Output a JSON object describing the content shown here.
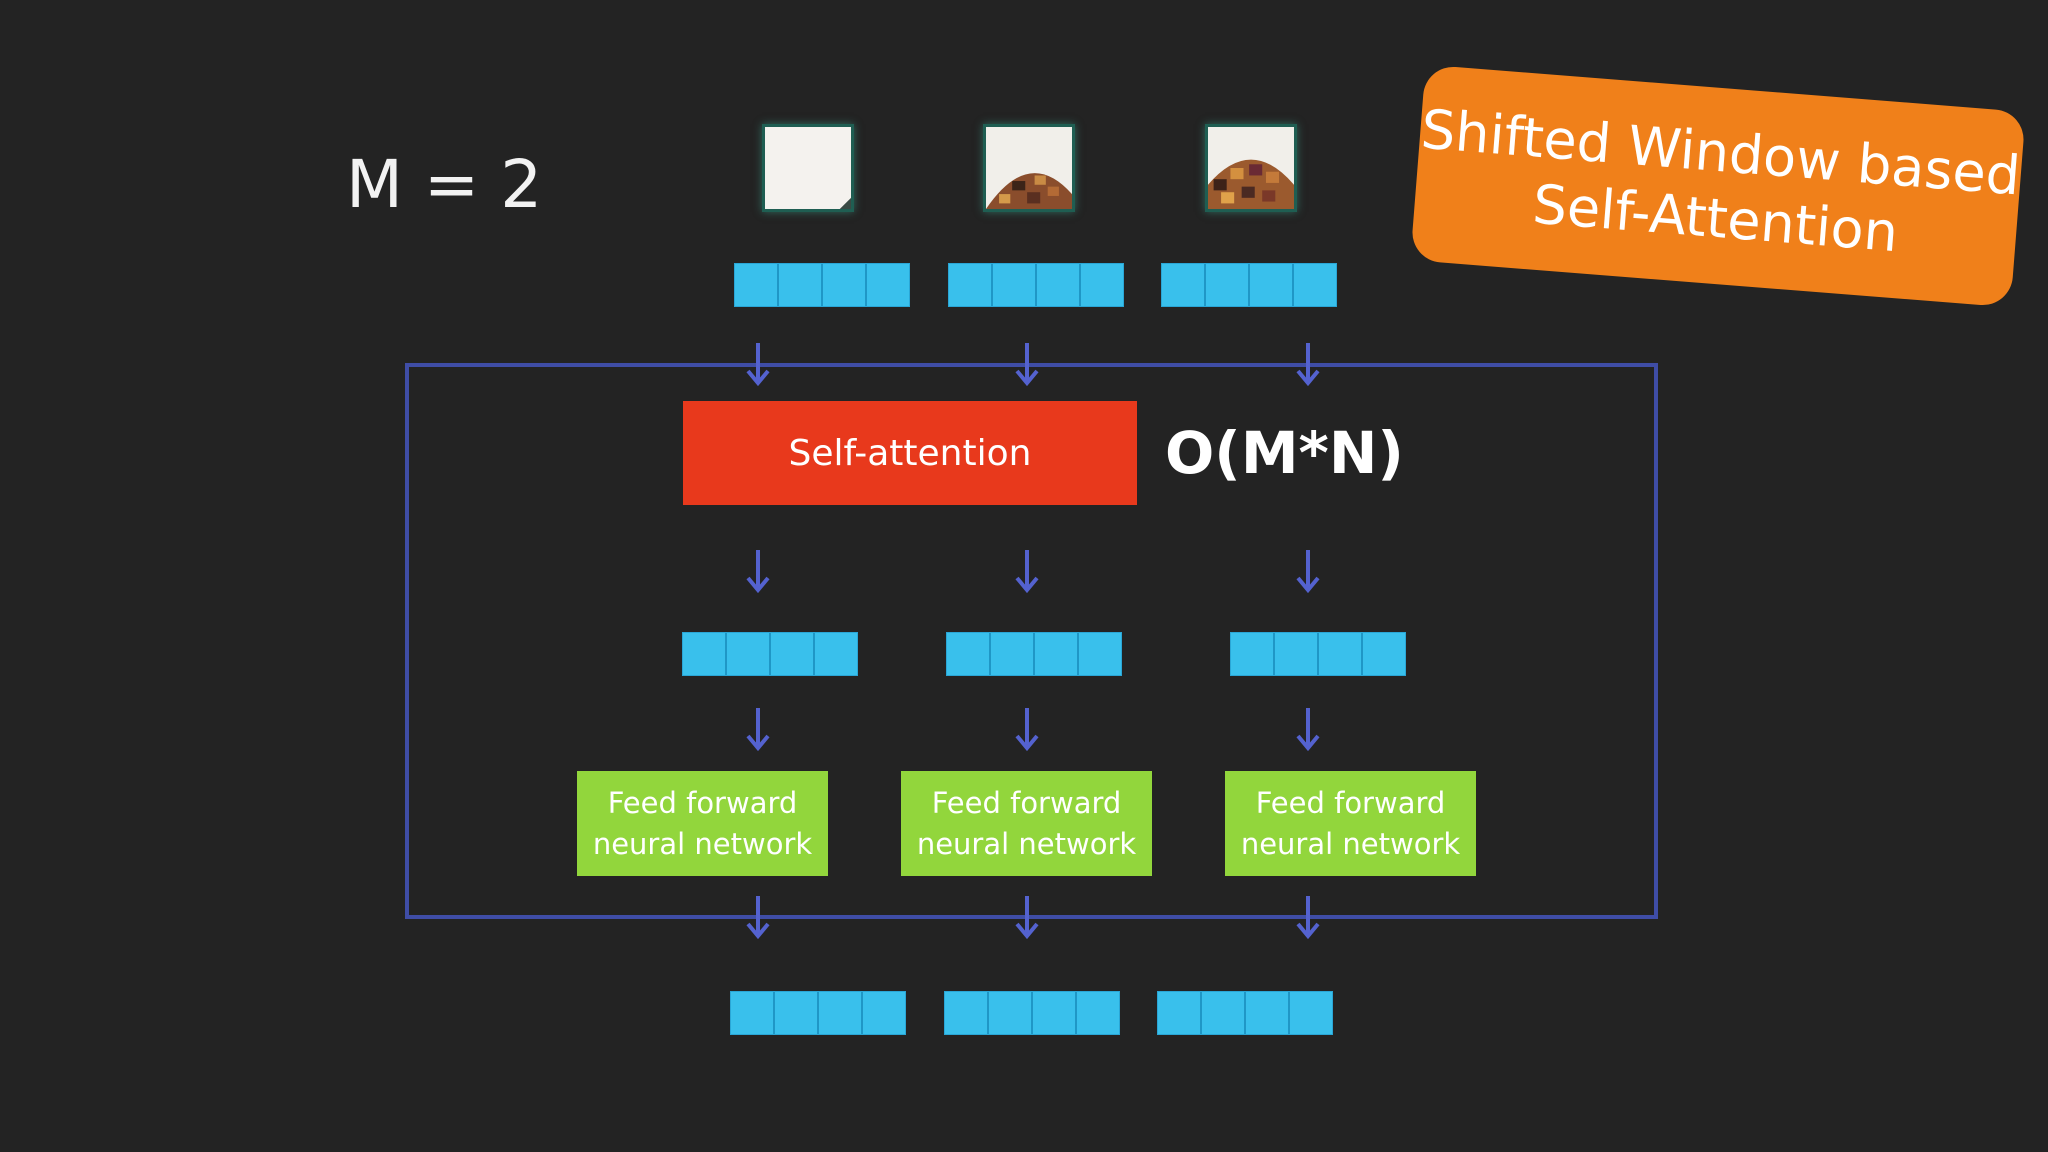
{
  "slide": {
    "m_label": "M = 2",
    "complexity_label": "O(M*N)",
    "self_attention_label": "Self-attention",
    "ffn": [
      {
        "line1": "Feed forward",
        "line2": "neural network"
      },
      {
        "line1": "Feed forward",
        "line2": "neural network"
      },
      {
        "line1": "Feed forward",
        "line2": "neural network"
      }
    ],
    "badge": {
      "line1": "Shifted Window based",
      "line2": "Self-Attention"
    },
    "patches": [
      "blank-patch-image",
      "dome-patch-image",
      "dome-patch-image"
    ],
    "tokens_per_row": 4
  },
  "colors": {
    "background": "#232323",
    "token": "#39c0ec",
    "arrow": "#5462cf",
    "frame": "#3f4da6",
    "self_attention": "#e8391c",
    "ffn": "#92d63c",
    "badge": "#f0801a"
  }
}
